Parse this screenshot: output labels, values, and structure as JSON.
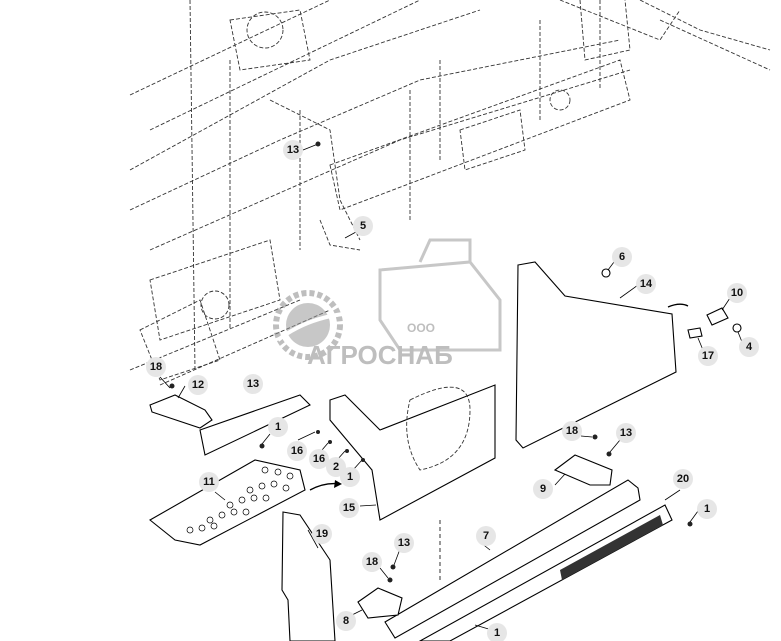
{
  "watermark": {
    "small": "ООО",
    "large": "АГРОСНАБ"
  },
  "callouts": [
    {
      "id": "c-13a",
      "text": "13"
    },
    {
      "id": "c-5",
      "text": "5"
    },
    {
      "id": "c-6",
      "text": "6"
    },
    {
      "id": "c-14",
      "text": "14"
    },
    {
      "id": "c-10",
      "text": "10"
    },
    {
      "id": "c-4",
      "text": "4"
    },
    {
      "id": "c-17",
      "text": "17"
    },
    {
      "id": "c-18a",
      "text": "18"
    },
    {
      "id": "c-12",
      "text": "12"
    },
    {
      "id": "c-13b",
      "text": "13"
    },
    {
      "id": "c-1a",
      "text": "1"
    },
    {
      "id": "c-16a",
      "text": "16"
    },
    {
      "id": "c-16b",
      "text": "16"
    },
    {
      "id": "c-2",
      "text": "2"
    },
    {
      "id": "c-1b",
      "text": "1"
    },
    {
      "id": "c-11",
      "text": "11"
    },
    {
      "id": "c-15",
      "text": "15"
    },
    {
      "id": "c-18b",
      "text": "18"
    },
    {
      "id": "c-13c",
      "text": "13"
    },
    {
      "id": "c-9",
      "text": "9"
    },
    {
      "id": "c-20",
      "text": "20"
    },
    {
      "id": "c-1c",
      "text": "1"
    },
    {
      "id": "c-7",
      "text": "7"
    },
    {
      "id": "c-19",
      "text": "19"
    },
    {
      "id": "c-18c",
      "text": "18"
    },
    {
      "id": "c-13d",
      "text": "13"
    },
    {
      "id": "c-8",
      "text": "8"
    },
    {
      "id": "c-1d",
      "text": "1"
    }
  ]
}
